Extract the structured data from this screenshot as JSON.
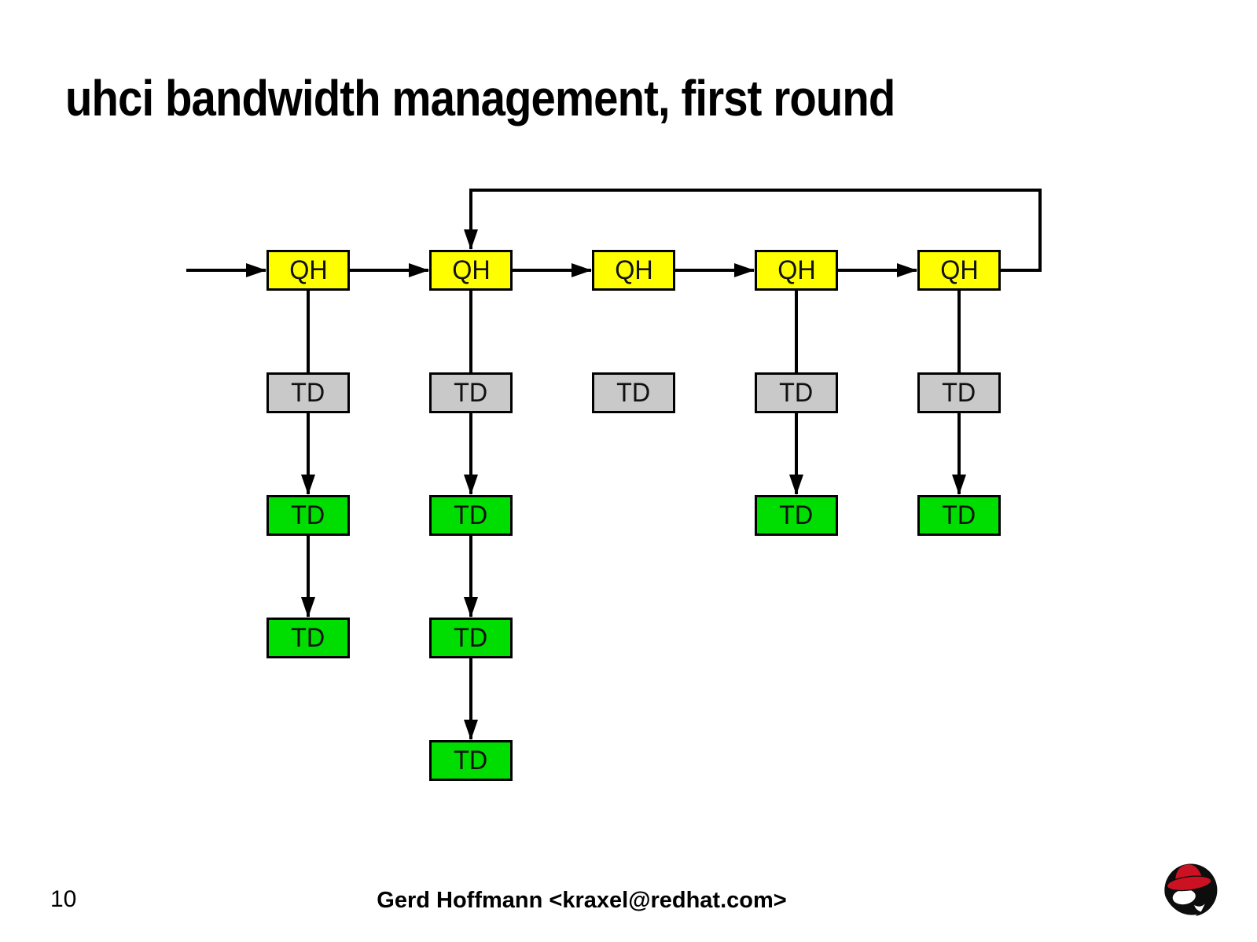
{
  "slide": {
    "title": "uhci bandwidth management, first round",
    "page_number": "10",
    "author": "Gerd Hoffmann <kraxel@redhat.com>"
  },
  "colors": {
    "qh_fill": "#ffff00",
    "td_pending_fill": "#c9c9c9",
    "td_active_fill": "#00dd00",
    "line": "#000000",
    "background": "#ffffff",
    "logo_red": "#cc1122",
    "logo_black": "#0d0d0d"
  },
  "diagram": {
    "nodes": [
      {
        "id": "qh-1",
        "label": "QH",
        "kind": "queue-head",
        "fill": "qh_fill",
        "col": 0,
        "row": 0
      },
      {
        "id": "qh-2",
        "label": "QH",
        "kind": "queue-head",
        "fill": "qh_fill",
        "col": 1,
        "row": 0
      },
      {
        "id": "qh-3",
        "label": "QH",
        "kind": "queue-head",
        "fill": "qh_fill",
        "col": 2,
        "row": 0
      },
      {
        "id": "qh-4",
        "label": "QH",
        "kind": "queue-head",
        "fill": "qh_fill",
        "col": 3,
        "row": 0
      },
      {
        "id": "qh-5",
        "label": "QH",
        "kind": "queue-head",
        "fill": "qh_fill",
        "col": 4,
        "row": 0
      },
      {
        "id": "td-1-1",
        "label": "TD",
        "kind": "transfer-descriptor",
        "fill": "td_pending_fill",
        "col": 0,
        "row": 1
      },
      {
        "id": "td-1-2",
        "label": "TD",
        "kind": "transfer-descriptor",
        "fill": "td_active_fill",
        "col": 0,
        "row": 2
      },
      {
        "id": "td-1-3",
        "label": "TD",
        "kind": "transfer-descriptor",
        "fill": "td_active_fill",
        "col": 0,
        "row": 3
      },
      {
        "id": "td-2-1",
        "label": "TD",
        "kind": "transfer-descriptor",
        "fill": "td_pending_fill",
        "col": 1,
        "row": 1
      },
      {
        "id": "td-2-2",
        "label": "TD",
        "kind": "transfer-descriptor",
        "fill": "td_active_fill",
        "col": 1,
        "row": 2
      },
      {
        "id": "td-2-3",
        "label": "TD",
        "kind": "transfer-descriptor",
        "fill": "td_active_fill",
        "col": 1,
        "row": 3
      },
      {
        "id": "td-2-4",
        "label": "TD",
        "kind": "transfer-descriptor",
        "fill": "td_active_fill",
        "col": 1,
        "row": 4
      },
      {
        "id": "td-3-1",
        "label": "TD",
        "kind": "transfer-descriptor",
        "fill": "td_pending_fill",
        "col": 2,
        "row": 1
      },
      {
        "id": "td-4-1",
        "label": "TD",
        "kind": "transfer-descriptor",
        "fill": "td_pending_fill",
        "col": 3,
        "row": 1
      },
      {
        "id": "td-4-2",
        "label": "TD",
        "kind": "transfer-descriptor",
        "fill": "td_active_fill",
        "col": 3,
        "row": 2
      },
      {
        "id": "td-5-1",
        "label": "TD",
        "kind": "transfer-descriptor",
        "fill": "td_pending_fill",
        "col": 4,
        "row": 1
      },
      {
        "id": "td-5-2",
        "label": "TD",
        "kind": "transfer-descriptor",
        "fill": "td_active_fill",
        "col": 4,
        "row": 2
      }
    ],
    "edges": [
      {
        "kind": "entry-arrow",
        "to": "qh-1"
      },
      {
        "kind": "h-arrow",
        "from": "qh-1",
        "to": "qh-2"
      },
      {
        "kind": "h-arrow",
        "from": "qh-2",
        "to": "qh-3"
      },
      {
        "kind": "h-arrow",
        "from": "qh-3",
        "to": "qh-4"
      },
      {
        "kind": "h-arrow",
        "from": "qh-4",
        "to": "qh-5"
      },
      {
        "kind": "loop-arrow",
        "from": "qh-5",
        "to": "qh-2"
      },
      {
        "kind": "v-line",
        "from": "qh-1",
        "to": "td-1-1"
      },
      {
        "kind": "v-line",
        "from": "qh-2",
        "to": "td-2-1"
      },
      {
        "kind": "v-line",
        "from": "qh-4",
        "to": "td-4-1"
      },
      {
        "kind": "v-line",
        "from": "qh-5",
        "to": "td-5-1"
      },
      {
        "kind": "v-arrow",
        "from": "td-1-1",
        "to": "td-1-2"
      },
      {
        "kind": "v-arrow",
        "from": "td-1-2",
        "to": "td-1-3"
      },
      {
        "kind": "v-arrow",
        "from": "td-2-1",
        "to": "td-2-2"
      },
      {
        "kind": "v-arrow",
        "from": "td-2-2",
        "to": "td-2-3"
      },
      {
        "kind": "v-arrow",
        "from": "td-2-3",
        "to": "td-2-4"
      },
      {
        "kind": "v-arrow",
        "from": "td-4-1",
        "to": "td-4-2"
      },
      {
        "kind": "v-arrow",
        "from": "td-5-1",
        "to": "td-5-2"
      }
    ]
  }
}
